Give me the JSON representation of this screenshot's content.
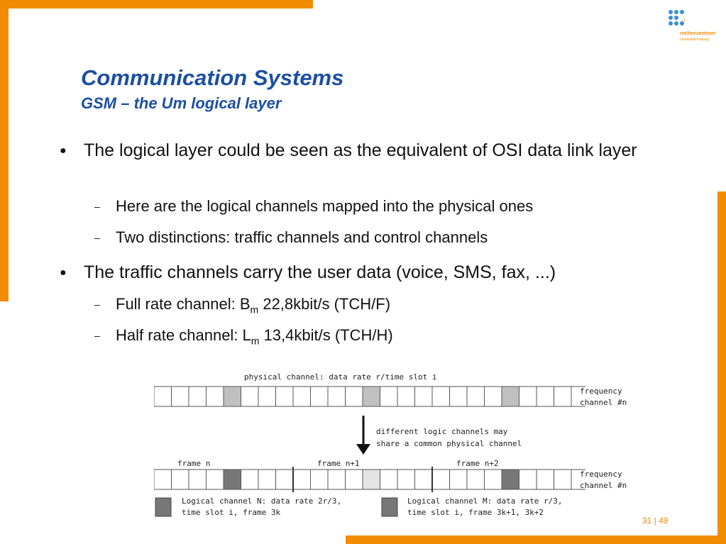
{
  "title": "Communication Systems",
  "subtitle": "GSM – the Um logical layer",
  "bullets": {
    "b1": {
      "bullet": "●",
      "text": "The logical layer could be seen as the equivalent of OSI data link layer"
    },
    "b1_1": {
      "dash": "–",
      "text": "Here are the logical channels mapped into the physical ones"
    },
    "b1_2": {
      "dash": "–",
      "text": "Two distinctions: traffic channels and control channels"
    },
    "b2": {
      "bullet": "●",
      "text": "The traffic channels carry the user data (voice, SMS, fax, ...)"
    },
    "b2_1": {
      "dash": "–",
      "pre": "Full rate channel: B",
      "sub": "m",
      "post": " 22,8kbit/s (TCH/F)"
    },
    "b2_2": {
      "dash": "–",
      "pre": "Half rate channel: L",
      "sub": "m",
      "post": " 13,4kbit/s (TCH/H)"
    }
  },
  "diagram": {
    "top_label": "physical channel: data rate  r/time slot  i",
    "freq_top_1": "frequency",
    "freq_top_2": "channel #n",
    "arrow_text_1": "different logic channels may",
    "arrow_text_2": "share a common physical channel",
    "frame_n": "frame n",
    "frame_n1": "frame n+1",
    "frame_n2": "frame n+2",
    "freq_bot_1": "frequency",
    "freq_bot_2": "channel #n",
    "legend_n_1": "Logical channel N: data rate 2r/3,",
    "legend_n_2": "time slot i, frame 3k",
    "legend_m_1": "Logical channel M: data rate r/3,",
    "legend_m_2": "time slot i, frame 3k+1, 3k+2"
  },
  "logo": {
    "small": "rz",
    "name": "rechenzentrum",
    "sub": "universität freiburg"
  },
  "page_number": "31 | 49",
  "colors": {
    "accent": "#f28c00",
    "title": "#1b4fa3",
    "logo_dots": "#3a8fd6"
  }
}
